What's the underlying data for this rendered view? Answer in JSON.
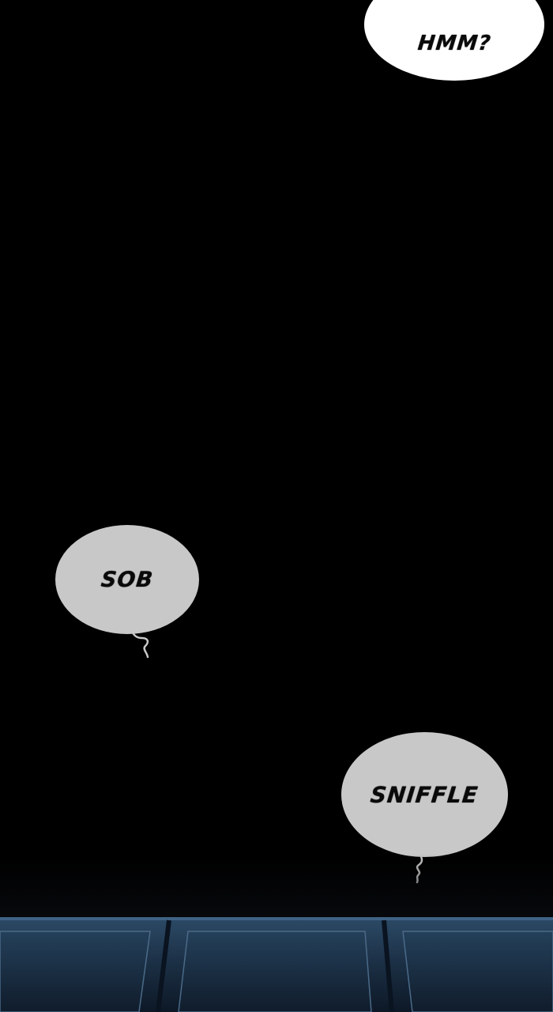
{
  "bubbles": {
    "hmm": "HMM?",
    "sob": "SOB",
    "sniffle": "SNIFFLE"
  },
  "colors": {
    "background": "#000000",
    "bubble_white": "#ffffff",
    "bubble_gray": "#c8c8c8",
    "floor_blue": "#2c4a66"
  }
}
